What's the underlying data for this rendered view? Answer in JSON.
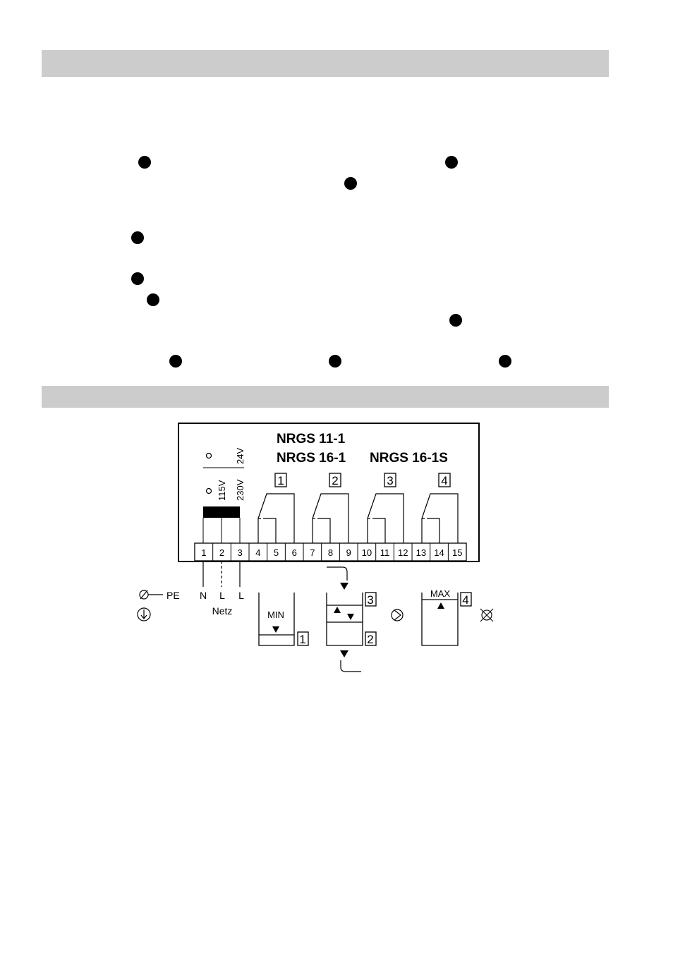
{
  "models": {
    "line1": "NRGS 11-1",
    "line2": "NRGS 16-1",
    "line3": "NRGS 16-1S"
  },
  "voltages": {
    "v24": "24V",
    "v115": "115V",
    "v230": "230V"
  },
  "terminals": [
    "1",
    "2",
    "3",
    "4",
    "5",
    "6",
    "7",
    "8",
    "9",
    "10",
    "11",
    "12",
    "13",
    "14",
    "15"
  ],
  "relays": [
    "1",
    "2",
    "3",
    "4"
  ],
  "mains": {
    "pe": "PE",
    "n": "N",
    "l1": "L",
    "l2": "L",
    "netz": "Netz"
  },
  "levels": {
    "min": "MIN",
    "max": "MAX",
    "min_num": "1",
    "mid_top_num": "3",
    "mid_bottom_num": "2",
    "max_num": "4"
  }
}
